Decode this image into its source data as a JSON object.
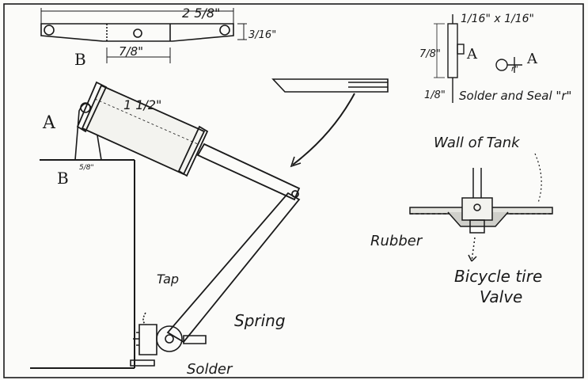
{
  "labels": {
    "top_dim_width": "2 5/8\"",
    "top_dim_height": "3/16\"",
    "top_dim_small": "7/8\"",
    "label_b_top": "B",
    "label_a_main": "A",
    "label_b_main": "B",
    "cylinder_dim": "1 1/2\"",
    "small_dim_b": "5/8\"",
    "detail_dim_wall": "1/16\" x 1/16\"",
    "detail_dim_height": "7/8\"",
    "detail_dim_bottom": "1/8\"",
    "detail_label_a1": "A",
    "detail_label_a2": "A",
    "detail_label_r": "r\"",
    "solder_seal": "Solder and Seal \"r\"",
    "wall_of_tank": "Wall of Tank",
    "rubber": "Rubber",
    "bicycle_tire": "Bicycle tire",
    "valve": "Valve",
    "tap": "Tap",
    "spring": "Spring",
    "solder": "Solder"
  },
  "colors": {
    "ink": "#1a1a1a",
    "paper": "#fbfbf9"
  }
}
